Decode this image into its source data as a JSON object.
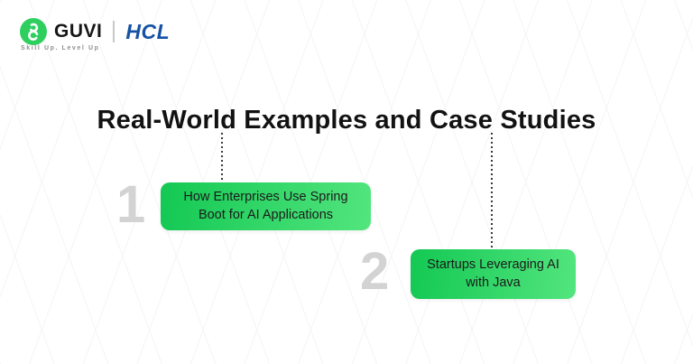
{
  "theme": {
    "card-green-start": "#13c853",
    "card-green-end": "#53e57e",
    "hcl-blue": "#1552a4",
    "guvi-green": "#2fcf5f",
    "pattern-line": "#f4f4f4"
  },
  "brand": {
    "guvi_label": "GUVI",
    "hcl_label": "HCL",
    "tagline": "Skill Up. Level Up"
  },
  "title": "Real-World Examples and Case Studies",
  "steps": [
    {
      "number": "1",
      "label": "How Enterprises Use Spring Boot for AI Applications"
    },
    {
      "number": "2",
      "label": "Startups Leveraging AI with Java"
    }
  ]
}
